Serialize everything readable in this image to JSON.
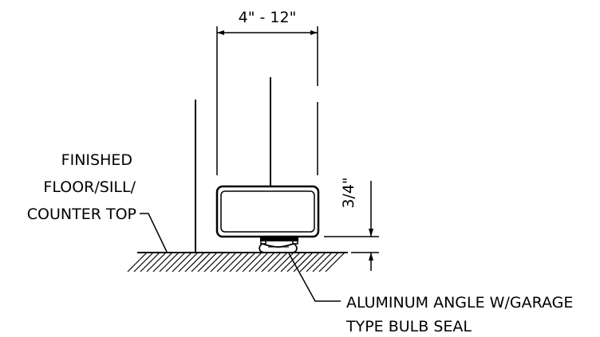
{
  "dimensions": {
    "width_label": "4\" - 12\"",
    "height_label": "3/4\""
  },
  "labels": {
    "floor_line1": "FINISHED",
    "floor_line2": "FLOOR/SILL/",
    "floor_line3": "COUNTER TOP",
    "seal_line1": "ALUMINUM ANGLE W/GARAGE",
    "seal_line2": "TYPE BULB SEAL"
  },
  "colors": {
    "line": "#000000",
    "background": "#ffffff"
  }
}
